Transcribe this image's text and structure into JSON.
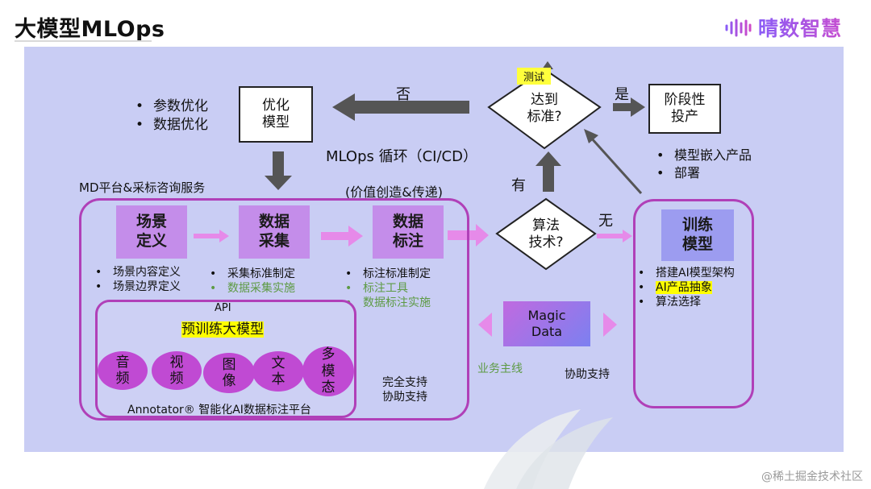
{
  "slide": {
    "title": "大模型MLOps",
    "logo_text": "晴数智慧",
    "watermark": "@稀土掘金技术社区"
  },
  "diagram": {
    "optimize_bullets": [
      "参数优化",
      "数据优化"
    ],
    "optimize_box": [
      "优化",
      "模型"
    ],
    "no_label": "否",
    "yes_label": "是",
    "test_badge": "测试",
    "reach_diamond": [
      "达到",
      "标准?"
    ],
    "stage_box": [
      "阶段性",
      "投产"
    ],
    "stage_bullets": [
      "模型嵌入产品",
      "部署"
    ],
    "cycle_label": "MLOps 循环（CI/CD）",
    "platform_label": "MD平台&采标咨询服务",
    "value_label": "(价值创造&传递)",
    "have_label": "有",
    "none_label": "无",
    "algo_diamond": [
      "算法",
      "技术?"
    ],
    "steps": [
      {
        "title": [
          "场景",
          "定义"
        ],
        "bullets": [
          {
            "text": "场景内容定义",
            "green": false
          },
          {
            "text": "场景边界定义",
            "green": false
          }
        ]
      },
      {
        "title": [
          "数据",
          "采集"
        ],
        "bullets": [
          {
            "text": "采集标准制定",
            "green": false
          },
          {
            "text": "数据采集实施",
            "green": true
          }
        ]
      },
      {
        "title": [
          "数据",
          "标注"
        ],
        "bullets": [
          {
            "text": "标注标准制定",
            "green": false
          },
          {
            "text": "标注工具",
            "green": true
          },
          {
            "text": "数据标注实施",
            "green": true
          }
        ]
      }
    ],
    "api_label": "API",
    "pretrain_label": "预训练大模型",
    "modalities": [
      [
        "音",
        "频"
      ],
      [
        "视",
        "频"
      ],
      [
        "图",
        "像"
      ],
      [
        "文",
        "本"
      ],
      [
        "多",
        "模",
        "态"
      ]
    ],
    "annotator_label": "Annotator® 智能化AI数据标注平台",
    "support_labels": [
      "完全支持",
      "协助支持"
    ],
    "magic_data": [
      "Magic",
      "Data"
    ],
    "business_line": "业务主线",
    "assist_support": "协助支持",
    "train_box": [
      "训练",
      "模型"
    ],
    "train_bullets": [
      {
        "text": "搭建AI模型架构",
        "highlight": false
      },
      {
        "text": "AI产品抽象",
        "highlight": true
      },
      {
        "text": "算法选择",
        "highlight": false
      }
    ],
    "colors": {
      "panel": "#c9cdf4",
      "tile": "#c48dea",
      "circle": "#c04ad3",
      "border": "#b040b8",
      "arrow_pink": "#e68ae9",
      "arrow_dark": "#555555",
      "green_text": "#5d9a44"
    }
  }
}
